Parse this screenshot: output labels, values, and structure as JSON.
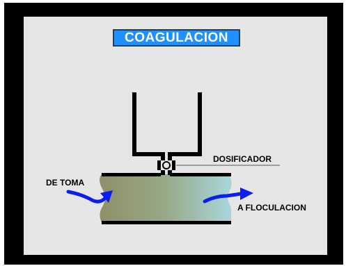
{
  "title": "COAGULACION",
  "labels": {
    "dosificador": "DOSIFICADOR",
    "de_toma": "DE TOMA",
    "a_floculacion": "A FLOCULACION"
  },
  "colors": {
    "frame": "#000000",
    "panel": "#e6e6e6",
    "title_bg": "#1e90ff",
    "title_text": "#ffffff",
    "arrow": "#0a1ef0",
    "pipe_gradient_start": "#8f8f68",
    "pipe_gradient_end": "#a9d6dc"
  },
  "icons": {
    "inflow": "blue-curved-arrow-icon",
    "outflow": "blue-curved-arrow-icon",
    "valve": "valve-icon"
  }
}
